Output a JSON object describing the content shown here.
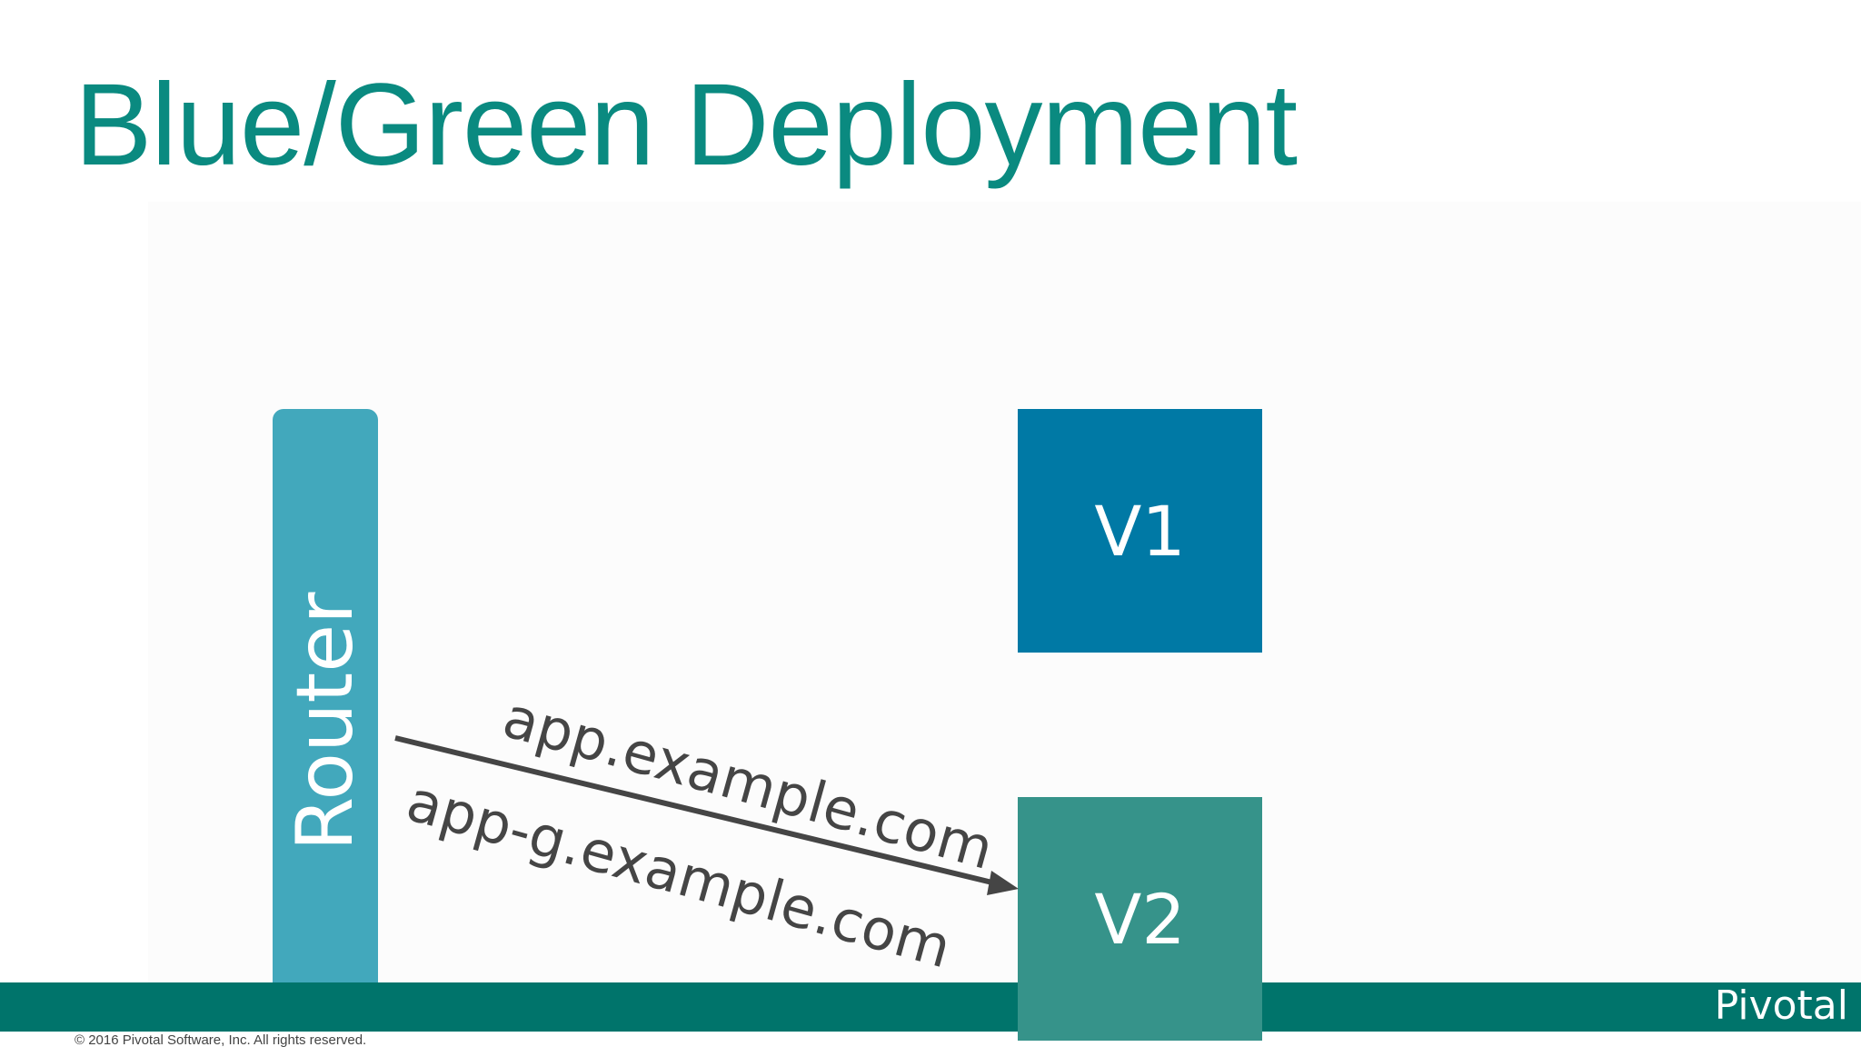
{
  "slide": {
    "title": "Blue/Green Deployment",
    "copyright": "© 2016 Pivotal Software, Inc.  All rights reserved.",
    "logo_text": "Pivotal"
  },
  "diagram": {
    "router": {
      "label": "Router"
    },
    "versions": [
      {
        "label": "V1",
        "color": "#0079a5"
      },
      {
        "label": "V2",
        "color": "#36938a"
      }
    ],
    "routes": [
      {
        "label": "app.example.com",
        "target": "V2"
      },
      {
        "label": "app-g.example.com",
        "target": "V2"
      }
    ]
  },
  "colors": {
    "title": "#0a8a80",
    "footer_bar": "#00746b",
    "router": "#42a8bc",
    "arrow": "#454545"
  }
}
